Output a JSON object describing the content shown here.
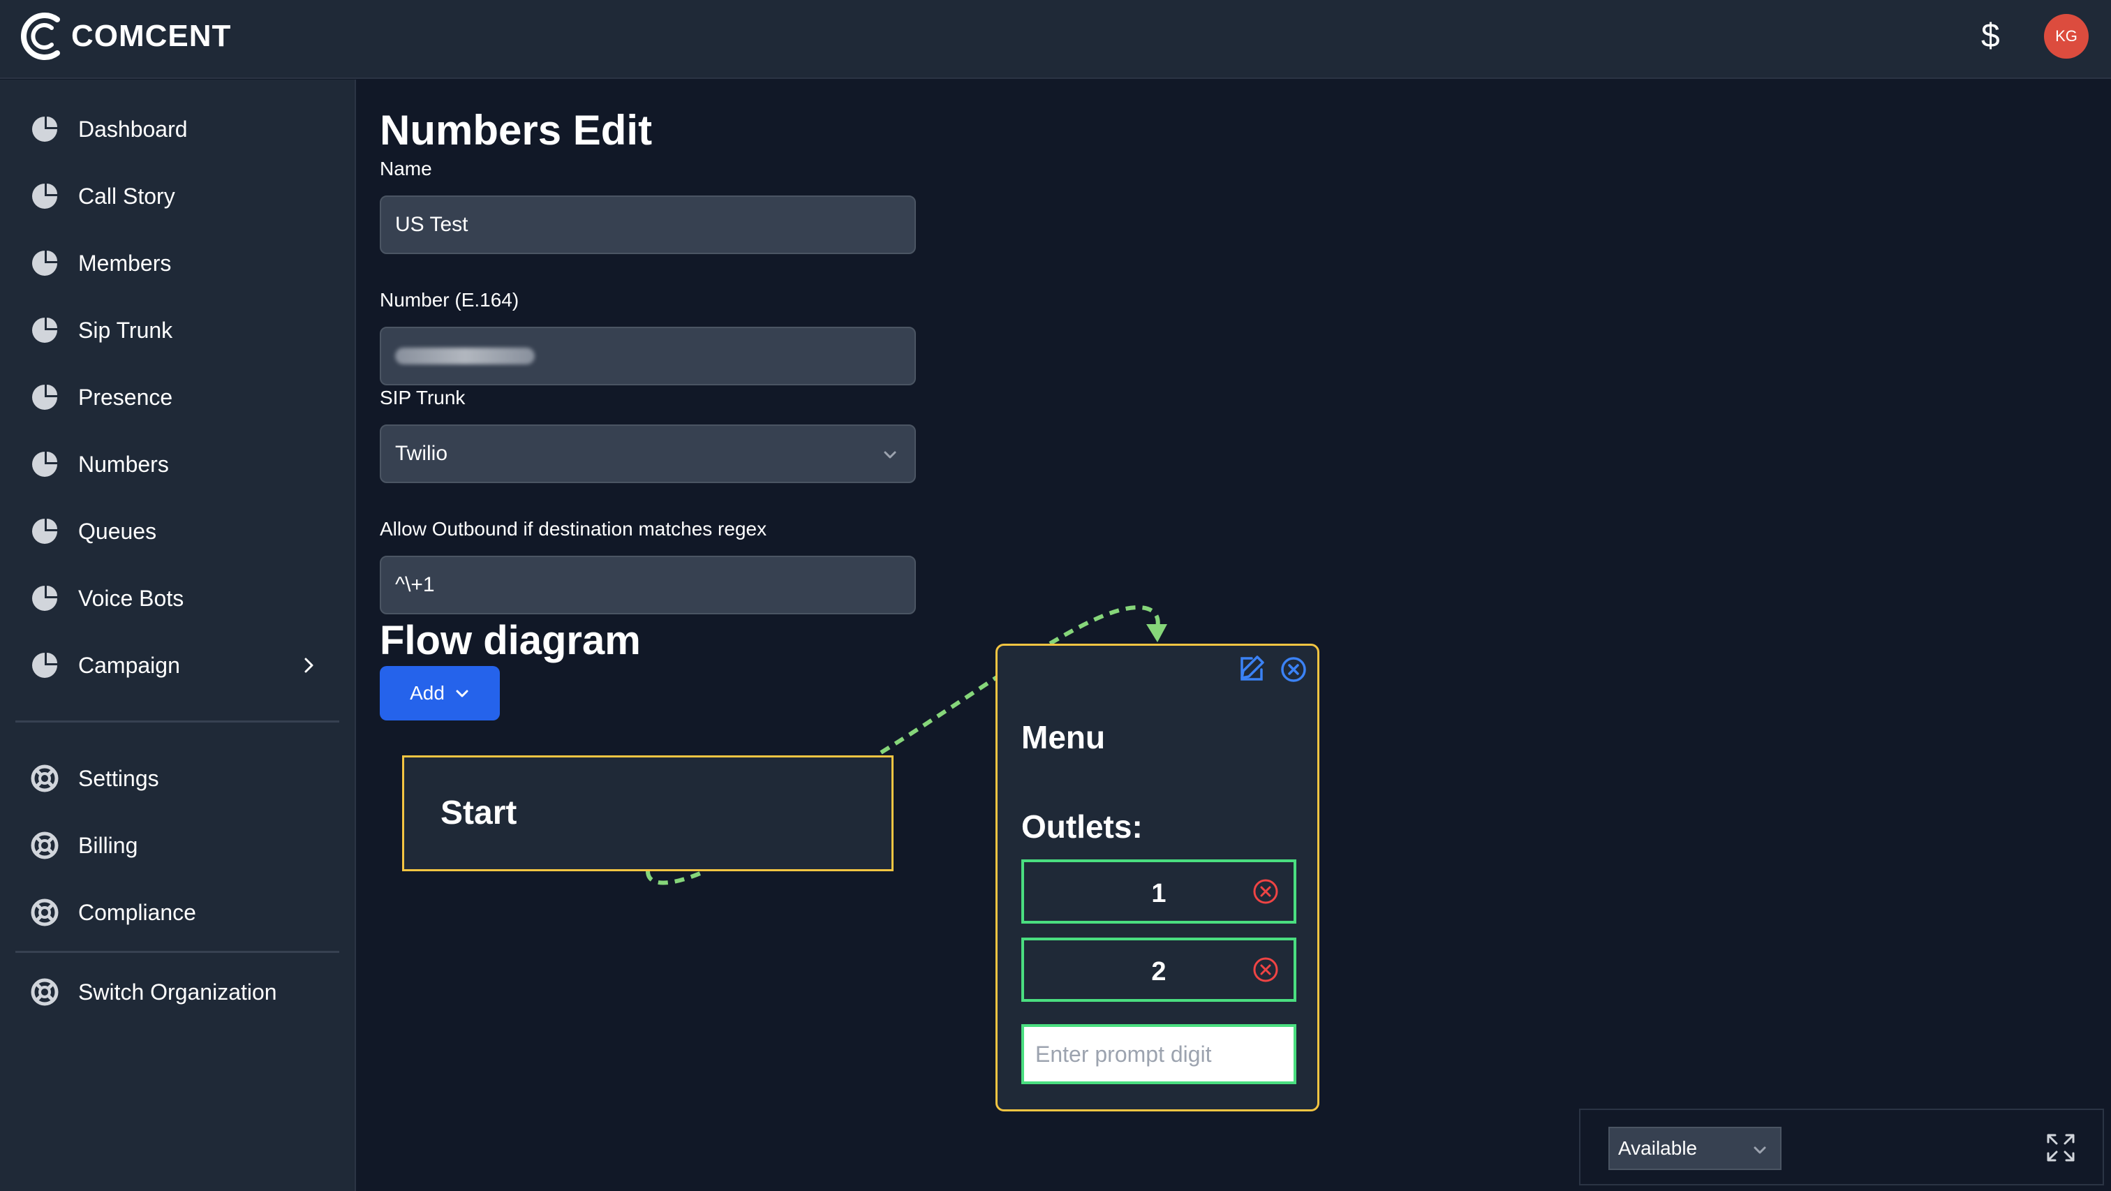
{
  "header": {
    "brand": "COMCENT",
    "dollar_icon": "$",
    "avatar_initials": "KG",
    "avatar_color": "#dc4c3e"
  },
  "sidebar": {
    "items": [
      {
        "label": "Dashboard",
        "icon": "pie-chart-icon"
      },
      {
        "label": "Call Story",
        "icon": "pie-chart-icon"
      },
      {
        "label": "Members",
        "icon": "pie-chart-icon"
      },
      {
        "label": "Sip Trunk",
        "icon": "pie-chart-icon"
      },
      {
        "label": "Presence",
        "icon": "pie-chart-icon"
      },
      {
        "label": "Numbers",
        "icon": "pie-chart-icon"
      },
      {
        "label": "Queues",
        "icon": "pie-chart-icon"
      },
      {
        "label": "Voice Bots",
        "icon": "pie-chart-icon"
      },
      {
        "label": "Campaign",
        "icon": "pie-chart-icon"
      }
    ],
    "settings_items": [
      {
        "label": "Settings",
        "icon": "lifebuoy-icon"
      },
      {
        "label": "Billing",
        "icon": "lifebuoy-icon"
      },
      {
        "label": "Compliance",
        "icon": "lifebuoy-icon"
      }
    ],
    "org_item": {
      "label": "Switch Organization",
      "icon": "lifebuoy-icon"
    }
  },
  "main": {
    "title": "Numbers Edit",
    "name_label": "Name",
    "name_value": "US Test",
    "number_label": "Number (E.164)",
    "sip_label": "SIP Trunk",
    "sip_value": "Twilio",
    "regex_label": "Allow Outbound if destination matches regex",
    "regex_value": "^\\+1",
    "flow_title": "Flow diagram",
    "add_label": "Add"
  },
  "flow": {
    "start_label": "Start",
    "menu_title": "Menu",
    "outlets_title": "Outlets:",
    "outlets": [
      "1",
      "2"
    ],
    "prompt_placeholder": "Enter prompt digit"
  },
  "status": {
    "availability": "Available"
  },
  "colors": {
    "accent": "#2563eb",
    "node_border": "#f4c542",
    "outlet_border": "#4ade80",
    "edge": "#86d67a"
  }
}
